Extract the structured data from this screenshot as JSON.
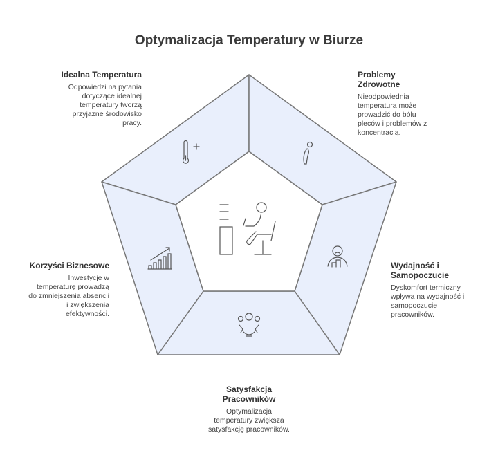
{
  "title": "Optymalizacja Temperatury w Biurze",
  "segments": [
    {
      "title": "Idealna Temperatura",
      "text": "Odpowiedzi na pytania dotyczące idealnej temperatury tworzą przyjazne środowisko pracy.",
      "icon": "thermometer-icon"
    },
    {
      "title": "Problemy Zdrowotne",
      "text": "Nieodpowiednia temperatura może prowadzić do bólu pleców i problemów z koncentracją.",
      "icon": "person-back-pain-icon"
    },
    {
      "title": "Wydajność i Samopoczucie",
      "text": "Dyskomfort termiczny wpływa na wydajność i samopoczucie pracowników.",
      "icon": "unhappy-worker-icon"
    },
    {
      "title": "Satysfakcja Pracowników",
      "text": "Optymalizacja temperatury zwiększa satysfakcję pracowników.",
      "icon": "team-gear-icon"
    },
    {
      "title": "Korzyści Biznesowe",
      "text": "Inwestycje w temperaturę prowadzą do zmniejszenia absencji i zwiększenia efektywności.",
      "icon": "growth-chart-icon"
    }
  ],
  "colors": {
    "fill": "#e9effc",
    "stroke": "#777777"
  }
}
